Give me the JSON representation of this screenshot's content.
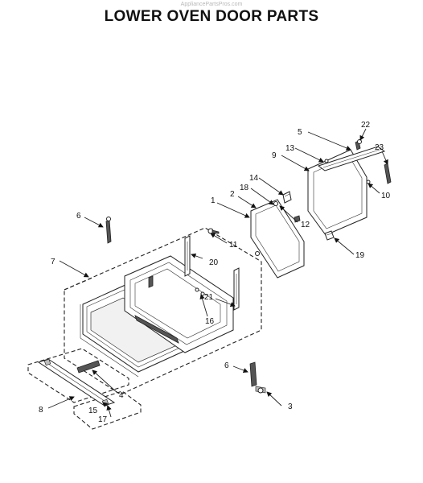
{
  "header": {
    "watermark": "AppliancePartsPros.com",
    "title": "LOWER OVEN DOOR PARTS"
  },
  "callouts": {
    "c1": "1",
    "c2": "2",
    "c3": "3",
    "c4": "4",
    "c5": "5",
    "c6a": "6",
    "c6b": "6",
    "c7": "7",
    "c8": "8",
    "c9": "9",
    "c10": "10",
    "c11": "11",
    "c12": "12",
    "c13": "13",
    "c14": "14",
    "c15": "15",
    "c16": "16",
    "c17": "17",
    "c18": "18",
    "c19": "19",
    "c20": "20",
    "c21": "21",
    "c22": "22",
    "c23": "23"
  }
}
